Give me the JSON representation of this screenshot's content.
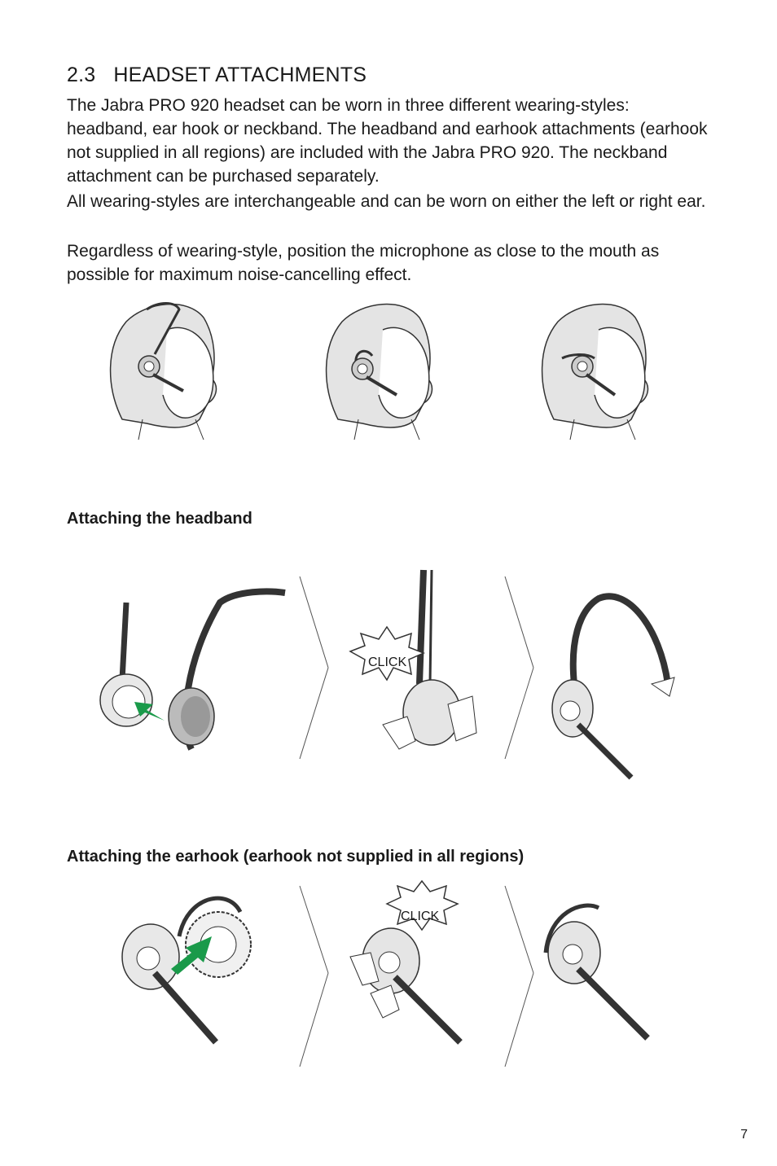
{
  "section": {
    "number": "2.3",
    "title": "HEADSET ATTACHMENTS"
  },
  "paragraphs": [
    "The Jabra PRO 920 headset can be worn in three different wearing-styles: headband, ear hook or neckband. The headband and earhook attachments (earhook not supplied in all regions) are included with the Jabra PRO 920. The neckband attachment can be purchased separately.",
    "All wearing-styles are interchangeable and can be worn on either the left or right ear.",
    "Regardless of wearing-style, position the microphone as close to the mouth as possible for maximum noise-cancelling effect."
  ],
  "wearing_styles": [
    "headband",
    "ear hook",
    "neckband"
  ],
  "headband_section": {
    "title": "Attaching the headband",
    "click_label": "CLICK"
  },
  "earhook_section": {
    "title": "Attaching the earhook (earhook not supplied in all regions)",
    "click_label": "CLICK"
  },
  "page_number": "7",
  "colors": {
    "arrow_green": "#1a9a4a",
    "line_art": "#333333",
    "shade": "#d9d9d9"
  }
}
